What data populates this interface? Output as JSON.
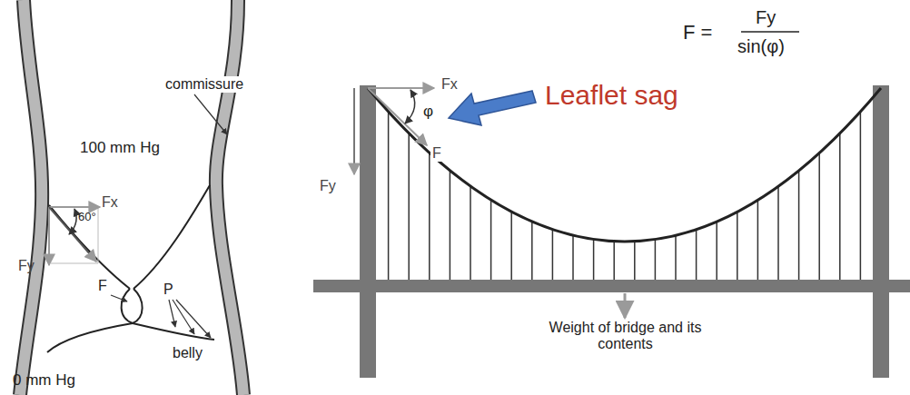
{
  "diagram": {
    "labels": [
      "100 mm Hg",
      "commissure",
      "Fx",
      "60°",
      "Fy",
      "F",
      "P",
      "belly",
      "0 mm Hg",
      "F =",
      "Fy",
      "sin(φ)",
      "Fx",
      "φ",
      "F",
      "Fy",
      "Leaflet sag",
      "Weight of bridge and its contents"
    ]
  }
}
